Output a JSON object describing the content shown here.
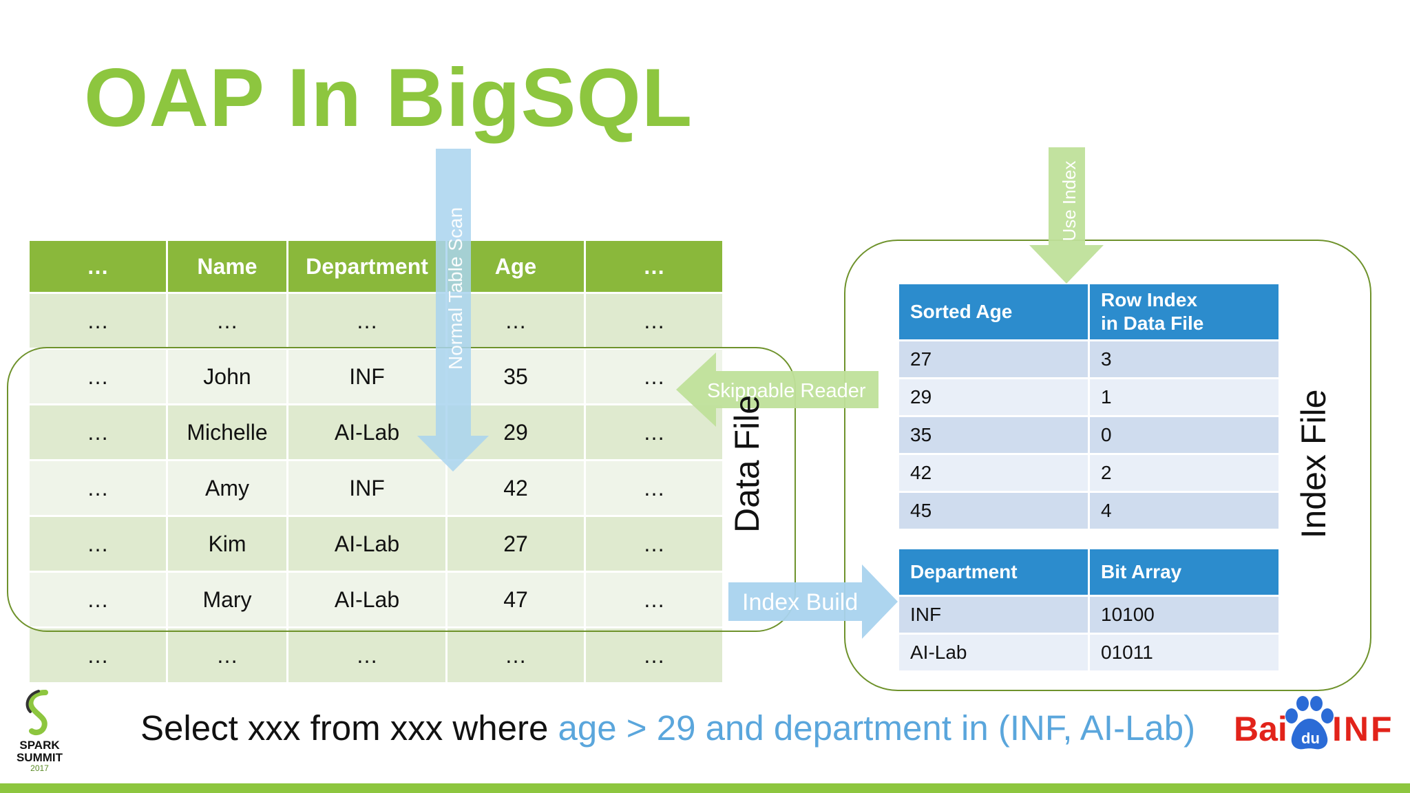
{
  "slide": {
    "title": "OAP In BigSQL",
    "colors": {
      "accent_green": "#8dc63f",
      "table_green": "#8ab83b",
      "index_blue": "#2c8ccd",
      "arrow_blue": "#a9d3ee",
      "arrow_green": "#bfe09a",
      "query_highlight": "#5aa6dc"
    }
  },
  "data_table": {
    "headers": [
      "…",
      "Name",
      "Department",
      "Age",
      "…"
    ],
    "rows": [
      [
        "…",
        "…",
        "…",
        "…",
        "…"
      ],
      [
        "…",
        "John",
        "INF",
        "35",
        "…"
      ],
      [
        "…",
        "Michelle",
        "AI-Lab",
        "29",
        "…"
      ],
      [
        "…",
        "Amy",
        "INF",
        "42",
        "…"
      ],
      [
        "…",
        "Kim",
        "AI-Lab",
        "27",
        "…"
      ],
      [
        "…",
        "Mary",
        "AI-Lab",
        "47",
        "…"
      ],
      [
        "…",
        "…",
        "…",
        "…",
        "…"
      ]
    ]
  },
  "index_age_table": {
    "header_left": "Sorted Age",
    "header_right_line1": "Row Index",
    "header_right_line2": "in Data File",
    "rows": [
      [
        "27",
        "3"
      ],
      [
        "29",
        "1"
      ],
      [
        "35",
        "0"
      ],
      [
        "42",
        "2"
      ],
      [
        "45",
        "4"
      ]
    ]
  },
  "index_dept_table": {
    "headers": [
      "Department",
      "Bit Array"
    ],
    "rows": [
      [
        "INF",
        "10100"
      ],
      [
        "AI-Lab",
        "01011"
      ]
    ]
  },
  "labels": {
    "data_file": "Data File",
    "index_file": "Index File",
    "normal_table_scan": "Normal Table Scan",
    "use_index": "Use Index",
    "skippable_reader": "Skippable Reader",
    "index_build": "Index Build"
  },
  "query": {
    "plain": "Select xxx from xxx where ",
    "highlight": "age > 29 and department in (INF, AI-Lab)"
  },
  "logos": {
    "spark_line1": "SPARK",
    "spark_line2": "SUMMIT",
    "spark_year": "2017",
    "baidu_left": "Bai",
    "baidu_paw": "du",
    "baidu_right": "INF"
  }
}
